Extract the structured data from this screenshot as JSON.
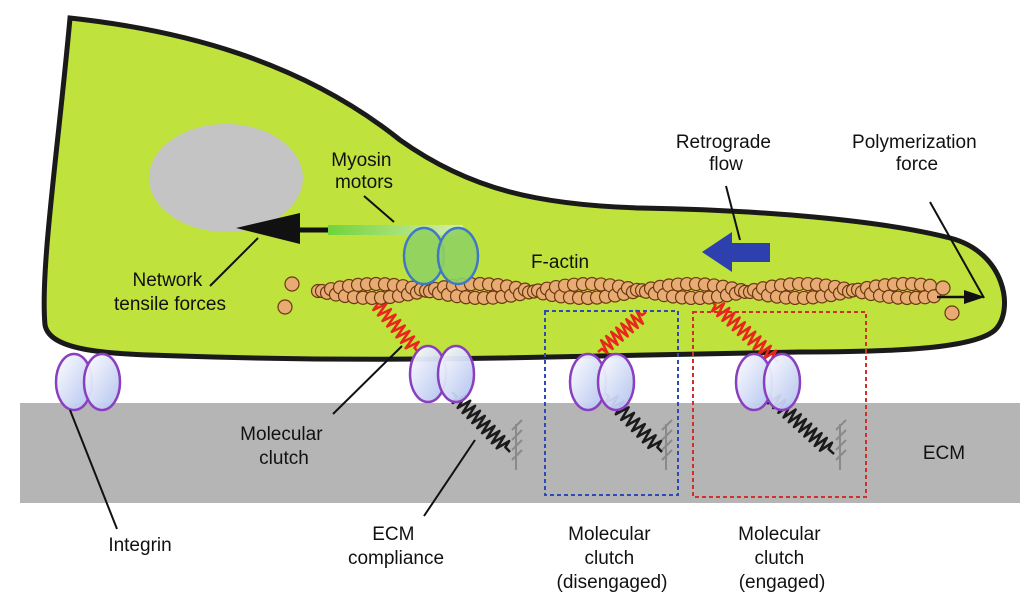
{
  "labels": {
    "myosin": [
      "Myosin",
      "motors"
    ],
    "retrograde": [
      "Retrograde",
      "flow"
    ],
    "polymerization": [
      "Polymerization",
      "force"
    ],
    "factin": "F-actin",
    "network": [
      "Network",
      "tensile forces"
    ],
    "molecular_clutch": [
      "Molecular",
      "clutch"
    ],
    "ecm": "ECM",
    "integrin": "Integrin",
    "ecm_compliance": [
      "ECM",
      "compliance"
    ],
    "clutch_disengaged": [
      "Molecular",
      "clutch",
      "(disengaged)"
    ],
    "clutch_engaged": [
      "Molecular",
      "clutch",
      "(engaged)"
    ]
  },
  "colors": {
    "cell_fill": "#bfe23d",
    "cell_outline": "#1a1a1a",
    "nucleus": "#c4c4c4",
    "ecm": "#b5b5b5",
    "actin_bead": "#e8ab73",
    "actin_outline": "#6b3a10",
    "spring_clutch": "#e8261b",
    "spring_ecm": "#1a1a1a",
    "integrin_fill": "#c9d6f2",
    "integrin_outline": "#8a3fc0",
    "myosin_outline": "#3f78c8",
    "retrograde_arrow": "#2e3fae",
    "box_disengaged": "#2f4ab0",
    "box_engaged": "#d0302a"
  }
}
